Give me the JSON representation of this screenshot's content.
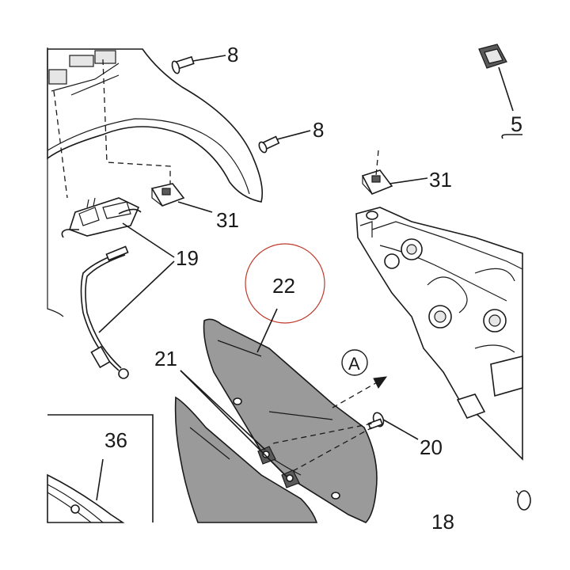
{
  "callouts": {
    "p8a": "8",
    "p8b": "8",
    "p5": "5",
    "p31a": "31",
    "p31b": "31",
    "p19": "19",
    "p22": "22",
    "p21": "21",
    "pA": "A",
    "p20": "20",
    "p36": "36",
    "p18": "18"
  },
  "colors": {
    "line": "#1a1a1a",
    "panel_fill": "#9a9a9a",
    "highlight_circle": "#c0392b"
  }
}
